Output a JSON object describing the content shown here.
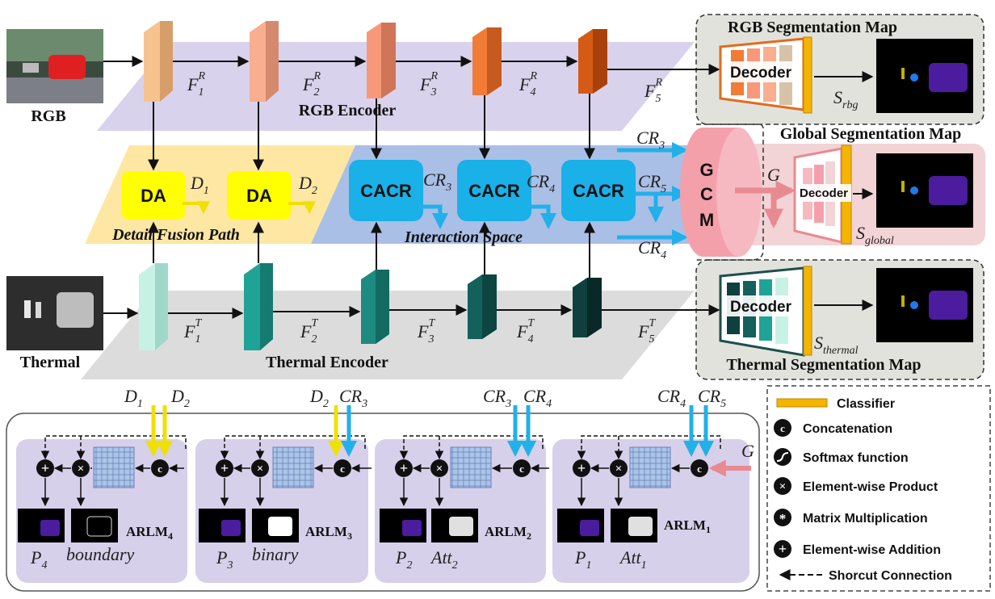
{
  "inputs": {
    "rgb_label": "RGB",
    "thermal_label": "Thermal"
  },
  "encoders": {
    "rgb": "RGB Encoder",
    "thermal": "Thermal Encoder"
  },
  "rgb_features": [
    {
      "base": "F",
      "sub": "1",
      "sup": "R"
    },
    {
      "base": "F",
      "sub": "2",
      "sup": "R"
    },
    {
      "base": "F",
      "sub": "3",
      "sup": "R"
    },
    {
      "base": "F",
      "sub": "4",
      "sup": "R"
    },
    {
      "base": "F",
      "sub": "5",
      "sup": "R"
    }
  ],
  "thermal_features": [
    {
      "base": "F",
      "sub": "1",
      "sup": "T"
    },
    {
      "base": "F",
      "sub": "2",
      "sup": "T"
    },
    {
      "base": "F",
      "sub": "3",
      "sup": "T"
    },
    {
      "base": "F",
      "sub": "4",
      "sup": "T"
    },
    {
      "base": "F",
      "sub": "5",
      "sup": "T"
    }
  ],
  "paths": {
    "detail": "Detail Fusion Path",
    "interaction": "Interaction Space"
  },
  "da_blocks": [
    {
      "label": "DA",
      "out": {
        "base": "D",
        "sub": "1"
      }
    },
    {
      "label": "DA",
      "out": {
        "base": "D",
        "sub": "2"
      }
    }
  ],
  "cacr_blocks": [
    {
      "label": "CACR",
      "out": {
        "base": "CR",
        "sub": "3"
      }
    },
    {
      "label": "CACR",
      "out": {
        "base": "CR",
        "sub": "4"
      }
    },
    {
      "label": "CACR",
      "out": ""
    }
  ],
  "gcm": {
    "letters": [
      "G",
      "C",
      "M"
    ],
    "inputs": [
      {
        "base": "CR",
        "sub": "3"
      },
      {
        "base": "CR",
        "sub": "5"
      },
      {
        "base": "CR",
        "sub": "4"
      }
    ],
    "output": "G"
  },
  "segmentation_maps": {
    "rgb": {
      "title": "RGB Segmentation Map",
      "decoder": "Decoder",
      "output": {
        "base": "S",
        "sub": "rbg"
      }
    },
    "global": {
      "title": "Global Segmentation Map",
      "decoder": "Decoder",
      "output": {
        "base": "S",
        "sub": "global"
      }
    },
    "thermal": {
      "title": "Thermal Segmentation Map",
      "decoder": "Decoder",
      "output": {
        "base": "S",
        "sub": "thermal"
      }
    }
  },
  "arlm": [
    {
      "name": "ARLM",
      "index": "4",
      "inputs": [
        {
          "base": "D",
          "sub": "1"
        },
        {
          "base": "D",
          "sub": "2"
        }
      ],
      "outputs": [
        {
          "base": "P",
          "sub": "4"
        },
        {
          "base": "boundary",
          "sub": ""
        }
      ]
    },
    {
      "name": "ARLM",
      "index": "3",
      "inputs": [
        {
          "base": "D",
          "sub": "2"
        },
        {
          "base": "CR",
          "sub": "3"
        }
      ],
      "outputs": [
        {
          "base": "P",
          "sub": "3"
        },
        {
          "base": "binary",
          "sub": ""
        }
      ]
    },
    {
      "name": "ARLM",
      "index": "2",
      "inputs": [
        {
          "base": "CR",
          "sub": "3"
        },
        {
          "base": "CR",
          "sub": "4"
        }
      ],
      "outputs": [
        {
          "base": "P",
          "sub": "2"
        },
        {
          "base": "Att",
          "sub": "2"
        }
      ]
    },
    {
      "name": "ARLM",
      "index": "1",
      "inputs": [
        {
          "base": "CR",
          "sub": "4"
        },
        {
          "base": "CR",
          "sub": "5"
        }
      ],
      "outputs": [
        {
          "base": "P",
          "sub": "1"
        },
        {
          "base": "Att",
          "sub": "1"
        }
      ]
    }
  ],
  "arlm_global_input": "G",
  "legend": [
    {
      "icon": "classifier-bar",
      "label": "Classifier"
    },
    {
      "icon": "c-circle",
      "label": "Concatenation"
    },
    {
      "icon": "sigmoid-circle",
      "label": "Softmax function"
    },
    {
      "icon": "x-circle",
      "label": "Element-wise Product"
    },
    {
      "icon": "star-circle",
      "label": "Matrix Multiplication"
    },
    {
      "icon": "plus-circle",
      "label": "Element-wise Addition"
    },
    {
      "icon": "dashed-arrow",
      "label": "Shorcut Connection"
    }
  ],
  "colors": {
    "rgb_plane": "#d9d2ec",
    "thermal_plane": "#dcdcdc",
    "detail_path": "#fde7a3",
    "interaction": "#a9bfe6",
    "da": "#ffff00",
    "cacr": "#1ab0e8",
    "gcm": "#f4a0ab",
    "seg_bg": "#e5e5e0",
    "arlm_bg": "#d6d0ea",
    "classifier": "#f4b400",
    "cyan_arrow": "#22b0e8",
    "pink_arrow": "#e88a91"
  }
}
